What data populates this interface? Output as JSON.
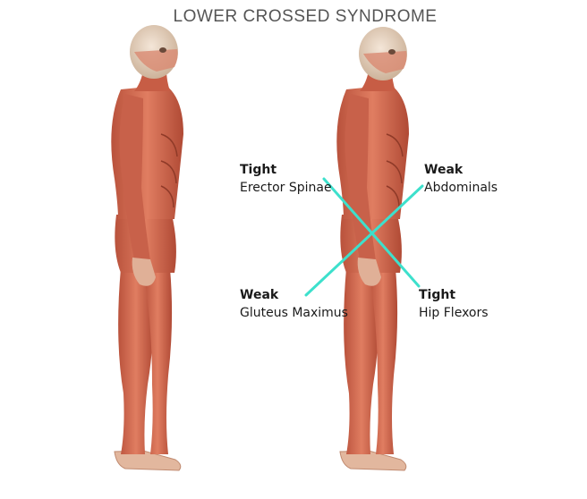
{
  "title": "LOWER CROSSED SYNDROME",
  "colors": {
    "cross_line": "#3de0cc",
    "muscle": "#d96a4f",
    "muscle_dark": "#b04a35",
    "skull": "#ead6c2",
    "tendon": "#efe3d6"
  },
  "labels": {
    "top_left": {
      "state": "Tight",
      "muscle": "Erector Spinae"
    },
    "top_right": {
      "state": "Weak",
      "muscle": "Abdominals"
    },
    "bottom_left": {
      "state": "Weak",
      "muscle": "Gluteus Maximus"
    },
    "bottom_right": {
      "state": "Tight",
      "muscle": "Hip Flexors"
    }
  }
}
